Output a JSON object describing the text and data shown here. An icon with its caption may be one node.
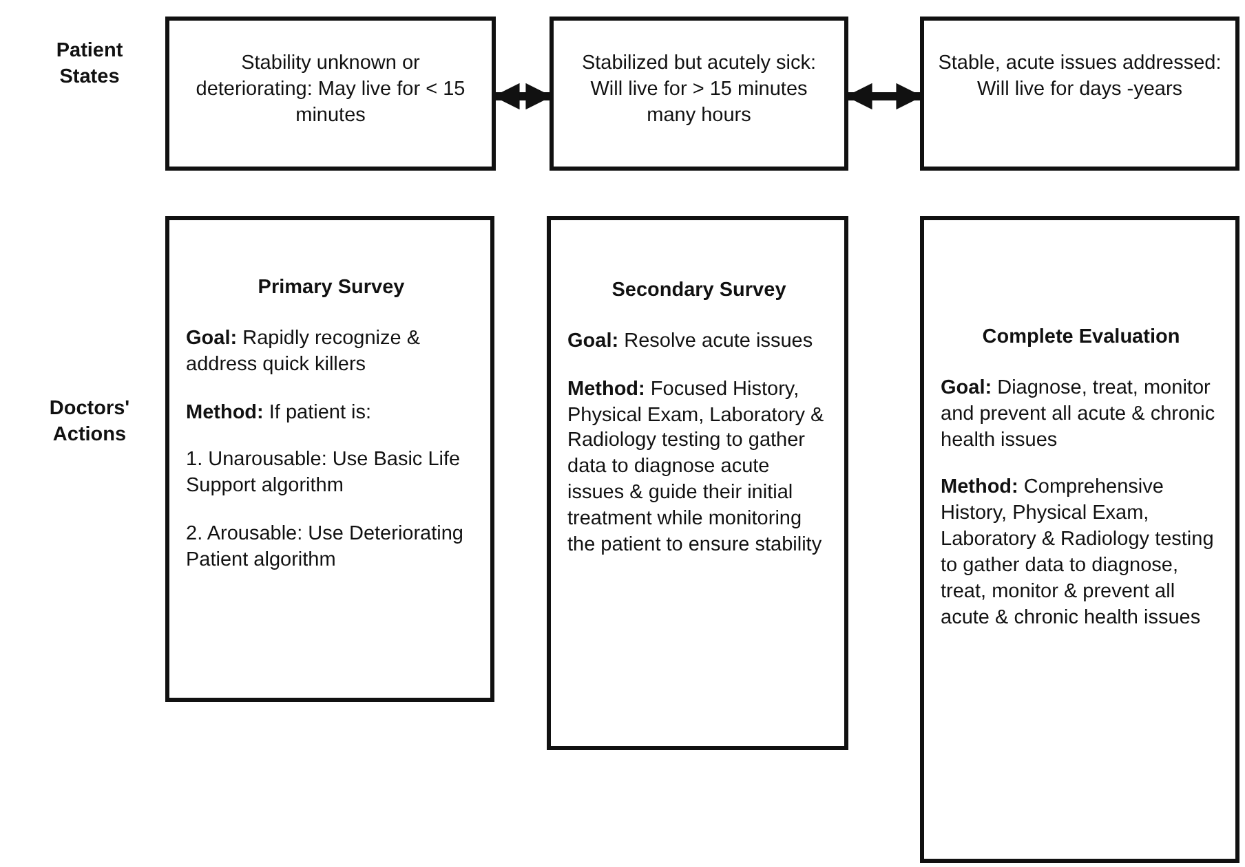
{
  "diagram": {
    "nodes": [
      {
        "text": [
          "Stability unknown or deteriorating: May live for < 15 minutes"
        ]
      },
      {
        "text": [
          "Stabilized but acutely sick: Will live for > 15 minutes many hours"
        ]
      },
      {
        "text": [
          "Stable, acute issues addressed: Will live for days -years"
        ]
      },
      {
        "text": [
          "Primary Survey",
          "**Goal:** Rapidly recognize & address quick killers",
          "**Method:** If patient is:",
          "1. Unarousable: Use Basic Life Support algorithm",
          "2. Arousable: Use Deteriorating Patient algorithm"
        ]
      },
      {
        "text": [
          "Secondary Survey",
          "**Goal:** Resolve acute issues",
          "**Method:** Focused History, Physical Exam, Laboratory & Radiology testing to gather data to diagnose acute issues & guide their initial treatment while monitoring the patient to ensure stability"
        ]
      },
      {
        "text": [
          "Complete Evaluation",
          "**Goal:** Diagnose, treat, monitor and prevent all acute & chronic health issues",
          "**Method:** Comprehensive History, Physical Exam, Laboratory & Radiology testing to gather data to diagnose, treat, monitor & prevent all acute & chronic health issues"
        ]
      }
    ],
    "edges": [
      {
        "from": 0,
        "to": 1,
        "arrow": "both"
      },
      {
        "from": 1,
        "to": 2,
        "arrow": "both"
      }
    ],
    "labels": [
      "Patient States",
      "Doctors' Actions"
    ]
  }
}
